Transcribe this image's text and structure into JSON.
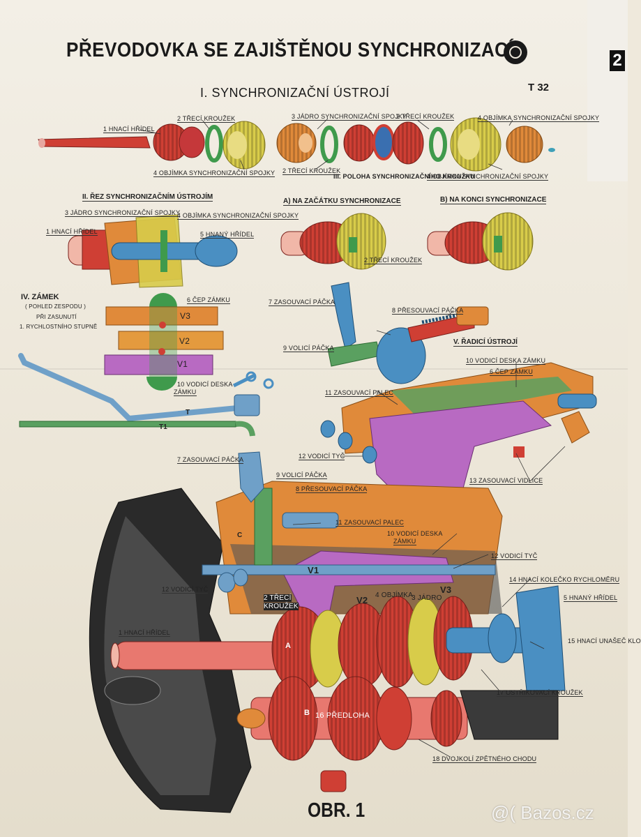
{
  "title": "PŘEVODOVKA SE ZAJIŠTĚNOU SYNCHRONIZACÍ",
  "code": "T 32",
  "side_tab": "2",
  "figure": "OBR. 1",
  "watermark": "@( Bazos.cz",
  "section1": {
    "title": "I. SYNCHRONIZAČNÍ ÚSTROJÍ",
    "labels": {
      "hnaci_hridel": "1 HNACÍ HŘÍDEL",
      "treci_krouzek_top": "2 TŘECÍ KROUŽEK",
      "jadro_top": "3 JÁDRO SYNCHRONIZAČNÍ SPOJKY",
      "treci_krouzek_top2": "2 TŘECÍ KROUŽEK",
      "objimka_top": "4 OBJÍMKA SYNCHRONIZAČNÍ SPOJKY",
      "objimka_bottom": "4 OBJÍMKA SYNCHRONIZAČNÍ SPOJKY",
      "treci_krouzek_bottom": "2 TŘECÍ KROUŽEK",
      "poloha": "III. POLOHA SYNCHRONIZAČNÍHO KROUŽKU",
      "objimka_right": "4 OBJÍMKA SYNCHRONIZAČNÍ SPOJKY"
    }
  },
  "section2": {
    "title": "II. ŘEZ SYNCHRONIZAČNÍM ÚSTROJÍM",
    "labels": {
      "jadro": "3 JÁDRO SYNCHRONIZAČNÍ SPOJKY",
      "objimka": "4 OBJÍMKA SYNCHRONIZAČNÍ SPOJKY",
      "hnaci": "1 HNACÍ HŘÍDEL",
      "hnany": "5 HNANÝ HŘÍDEL"
    }
  },
  "section3": {
    "a_title": "A) NA ZAČÁTKU SYNCHRONIZACE",
    "b_title": "B) NA KONCI SYNCHRONIZACE",
    "treci": "2 TŘECÍ KROUŽEK"
  },
  "section4": {
    "title": "IV. ZÁMEK",
    "sub1": "( POHLED ZESPODU )",
    "sub2": "PŘI ZASUNUTÍ",
    "sub3": "1. RYCHLOSTNÍHO STUPNĚ",
    "cep": "6 ČEP ZÁMKU",
    "deska": "10 VODICÍ DESKA",
    "deska2": "ZÁMKU",
    "v3": "V3",
    "v2": "V2",
    "v1": "V1"
  },
  "section5": {
    "title": "V. ŘADICÍ ÚSTROJÍ",
    "zasouvaci_packa": "7 ZASOUVACÍ PÁČKA",
    "presouvaci_packa": "8 PŘESOUVACÍ PÁČKA",
    "volici_packa": "9 VOLICÍ PÁČKA",
    "vodici_deska": "10 VODICÍ DESKA ZÁMKU",
    "cep": "6 ČEP ZÁMKU",
    "zasouvaci_palec": "11 ZASOUVACÍ PALEC",
    "vodici_tyc": "12 VODICÍ TYČ",
    "vidlice": "13 ZASOUVACÍ VIDLICE",
    "t": "T",
    "t1": "T1"
  },
  "main": {
    "zasouvaci_packa": "7 ZASOUVACÍ PÁČKA",
    "volici_packa": "9 VOLICÍ PÁČKA",
    "presouvaci_packa": "8 PŘESOUVACÍ PÁČKA",
    "zasouvaci_palec": "11 ZASOUVACÍ PALEC",
    "vodici_deska": "10 VODICÍ DESKA",
    "vodici_deska2": "ZÁMKU",
    "vodici_tyc_r": "12 VODICÍ TYČ",
    "vodici_tyc_l": "12 VODICÍ TYČ",
    "kolecko": "14 HNACÍ KOLEČKO RYCHLOMĚRU",
    "hnany": "5 HNANÝ HŘÍDEL",
    "unasec": "15 HNACÍ UNAŠEČ KLO",
    "ostrikovaci": "17 OSTŘIKOVACÍ KROUŽEK",
    "dvojkoli": "18 DVOJKOLÍ ZPĚTNÉHO CHODU",
    "predloha": "16 PŘEDLOHA",
    "hnaci": "1 HNACÍ HŘÍDEL",
    "treci": "2 TŘECÍ",
    "treci2": "KROUŽEK",
    "objimka": "4 OBJÍMKA",
    "jadro": "3 JÁDRO",
    "v1": "V1",
    "v2": "V2",
    "v3": "V3",
    "c": "C",
    "b": "B",
    "a": "A"
  },
  "colors": {
    "red": "#cf3f34",
    "orange": "#e08a3a",
    "yellow": "#d8cc4a",
    "green": "#3f9a4c",
    "blue": "#4a8fc2",
    "magenta": "#b86ac2",
    "dark": "#3a3a3a"
  }
}
